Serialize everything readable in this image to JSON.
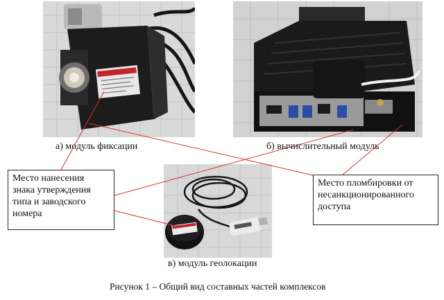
{
  "figure": {
    "caption": "Рисунок 1 – Общий вид составных частей комплексов"
  },
  "panels": {
    "a": {
      "caption": "а) модуль фиксации"
    },
    "b": {
      "caption": "б) вычислительный модуль"
    },
    "c": {
      "caption": "в) модуль геолокации"
    }
  },
  "callouts": {
    "left": {
      "lines": [
        "Место нанесения",
        "знака утверждения",
        "типа и заводского",
        "номера"
      ]
    },
    "right": {
      "lines": [
        "Место пломбировки от",
        "несанкционированного",
        "доступа"
      ]
    }
  },
  "colors": {
    "leader_line": "#e03030",
    "label_red": "#c0262b",
    "device_dark": "#1c1c1c"
  }
}
